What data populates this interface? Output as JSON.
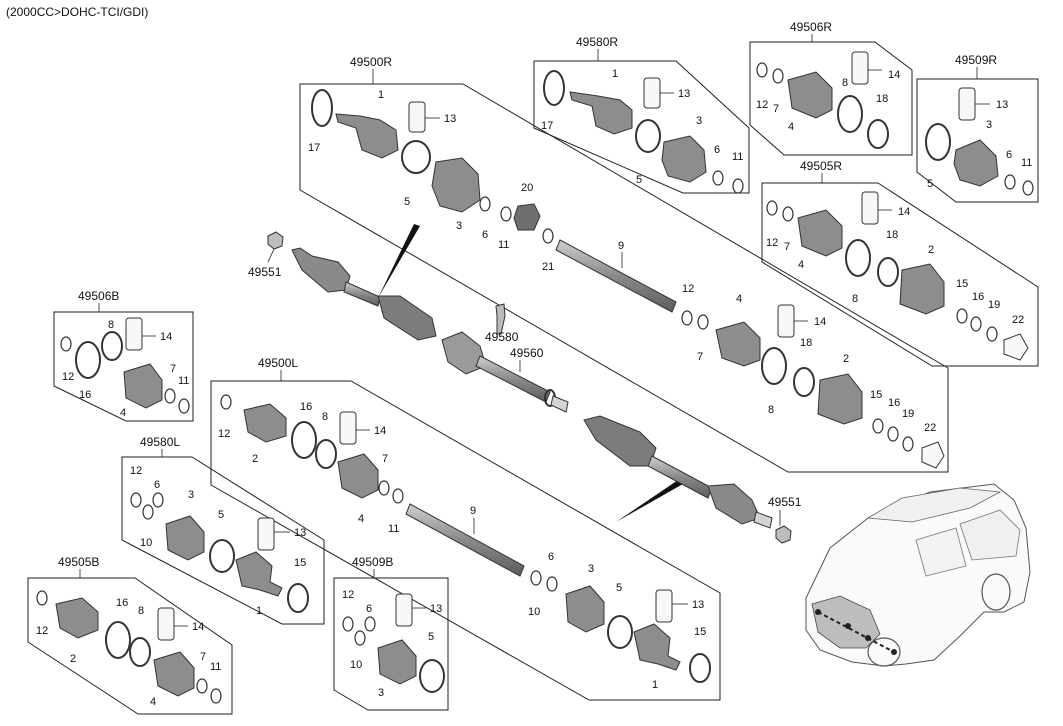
{
  "header": {
    "engine_label": "(2000CC>DOHC-TCI/GDI)"
  },
  "groups": {
    "g49500R": "49500R",
    "g49580R": "49580R",
    "g49506R": "49506R",
    "g49509R": "49509R",
    "g49505R": "49505R",
    "g49506B": "49506B",
    "g49500L": "49500L",
    "g49580L": "49580L",
    "g49505B": "49505B",
    "g49509B": "49509B",
    "g49551a": "49551",
    "g49551b": "49551",
    "g49580": "49580",
    "g49560": "49560"
  },
  "parts": {
    "p1": "1",
    "p2": "2",
    "p3": "3",
    "p4": "4",
    "p5": "5",
    "p6": "6",
    "p7": "7",
    "p8": "8",
    "p9": "9",
    "p10": "10",
    "p11": "11",
    "p12": "12",
    "p13": "13",
    "p14": "14",
    "p15": "15",
    "p16": "16",
    "p17": "17",
    "p18": "18",
    "p19": "19",
    "p20": "20",
    "p21": "21",
    "p22": "22"
  }
}
